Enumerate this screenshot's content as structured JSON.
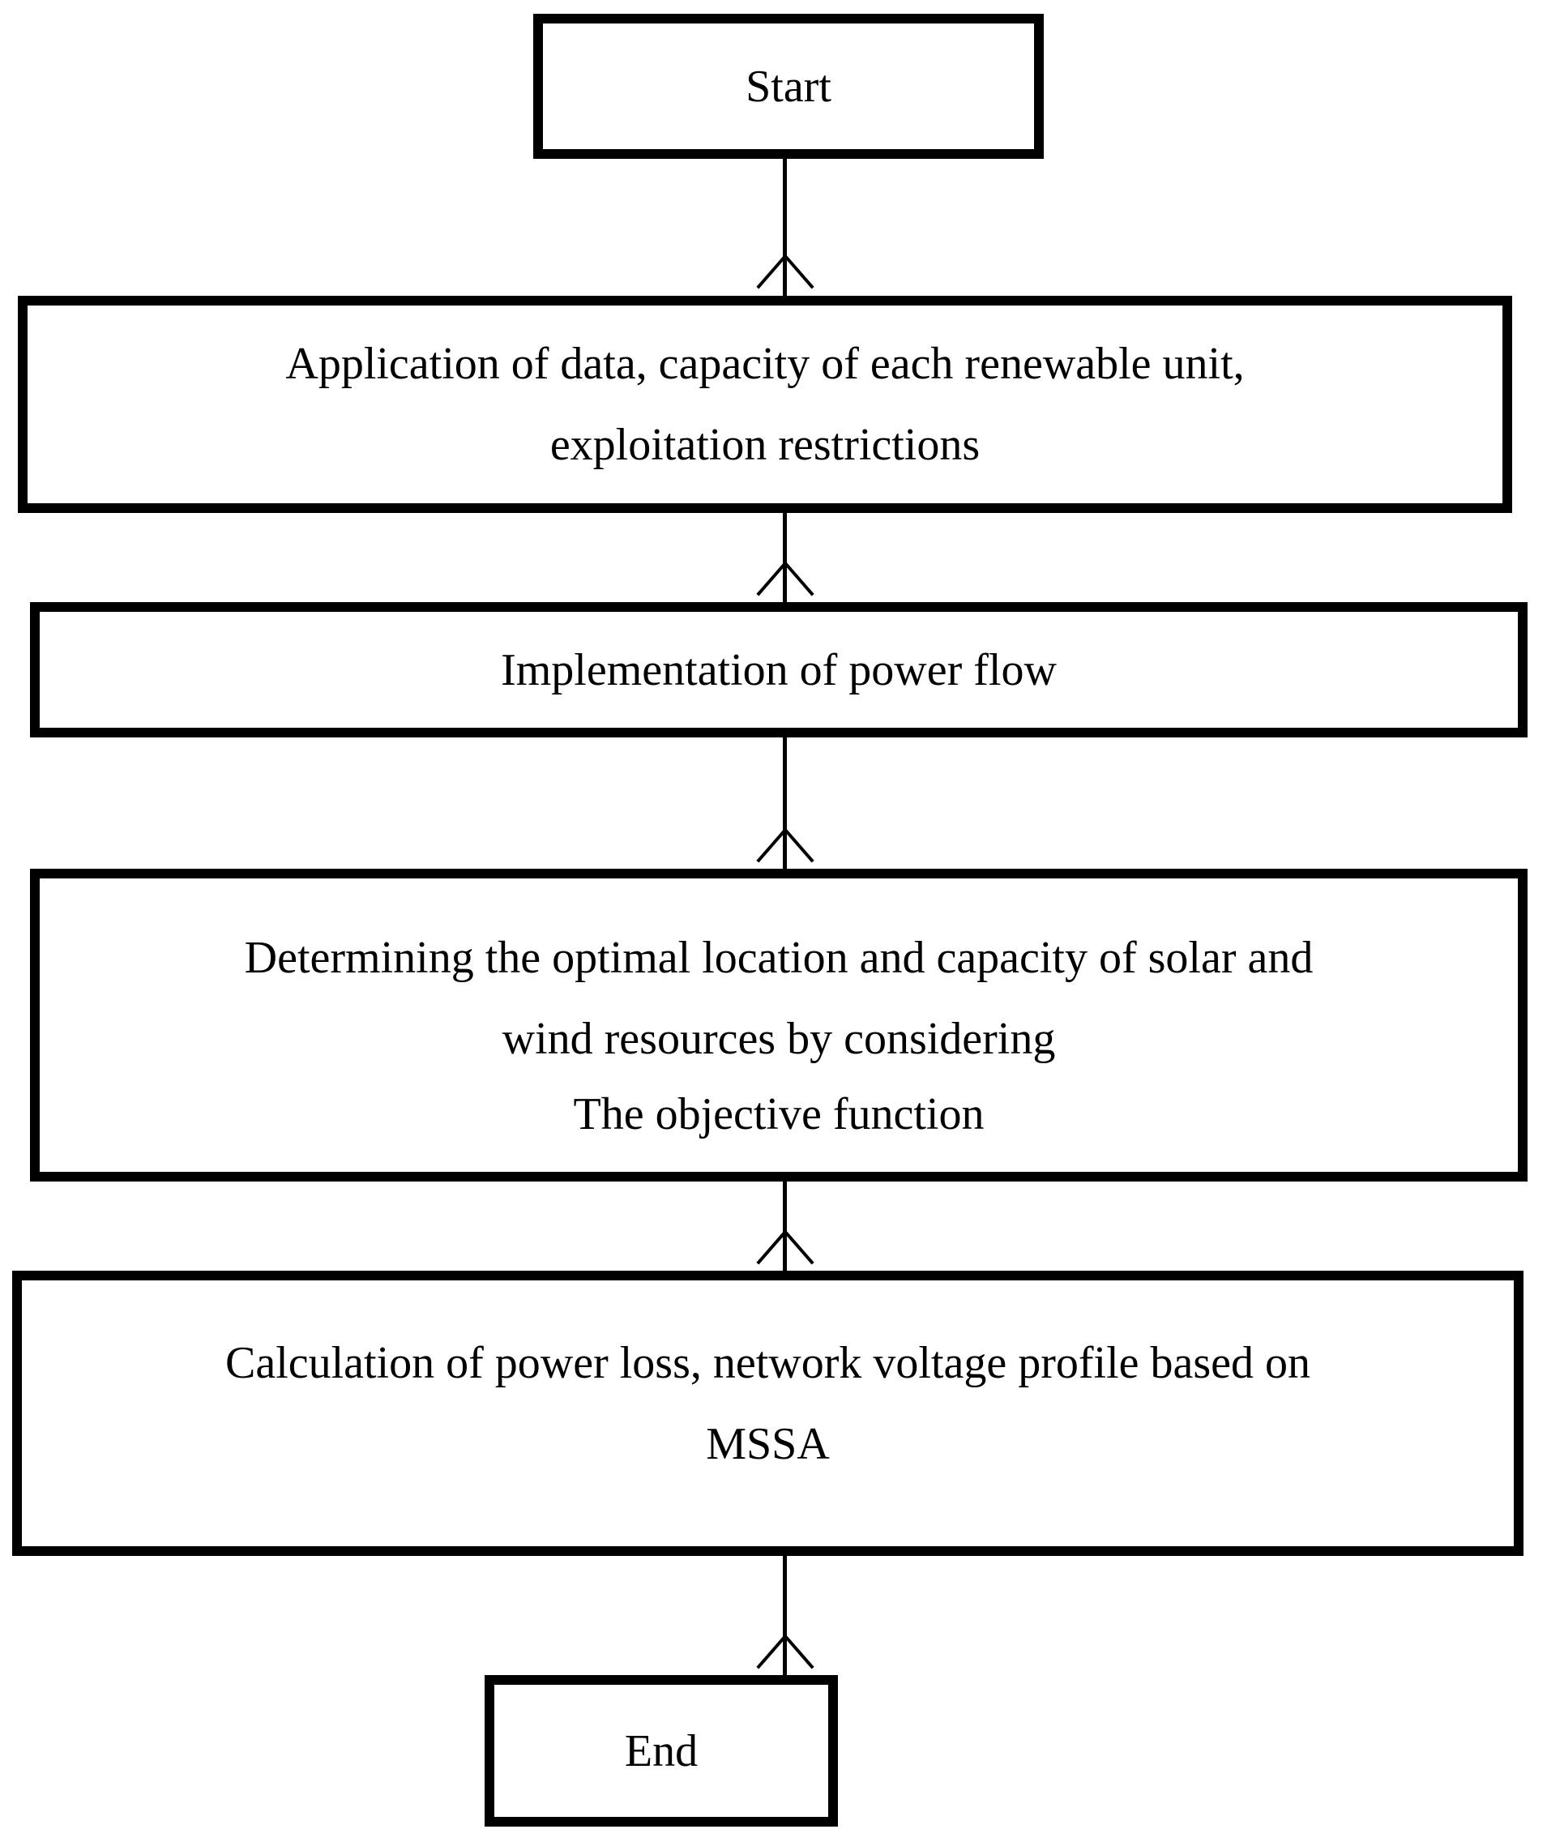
{
  "diagram": {
    "title": "MSSA optimal renewable placement flowchart",
    "background_color": "#ffffff",
    "stroke_color": "#000000",
    "nodes": [
      {
        "id": "start",
        "shape": "rectangle",
        "type": "terminal",
        "lines": [
          "Start"
        ]
      },
      {
        "id": "inputs",
        "shape": "rectangle",
        "type": "process",
        "lines": [
          "Application of data, capacity of each renewable unit,",
          "exploitation restrictions"
        ]
      },
      {
        "id": "power-flow",
        "shape": "rectangle",
        "type": "process",
        "lines": [
          "Implementation of power flow"
        ]
      },
      {
        "id": "optimal-location",
        "shape": "rectangle",
        "type": "process",
        "lines": [
          "Determining the optimal location and capacity of solar and",
          "wind resources by considering",
          "The objective function"
        ]
      },
      {
        "id": "calculation",
        "shape": "rectangle",
        "type": "process",
        "lines": [
          "Calculation of power loss, network voltage profile based on",
          "MSSA"
        ]
      },
      {
        "id": "end",
        "shape": "rectangle",
        "type": "terminal",
        "lines": [
          "End"
        ]
      }
    ],
    "connectors": [
      {
        "id": "start-to-inputs",
        "from": "start",
        "to": "inputs",
        "direction": "down",
        "arrowhead": "open-v",
        "label": ""
      },
      {
        "id": "inputs-to-power-flow",
        "from": "inputs",
        "to": "power-flow",
        "direction": "down",
        "arrowhead": "open-v",
        "label": ""
      },
      {
        "id": "power-flow-to-optimal",
        "from": "power-flow",
        "to": "optimal-location",
        "direction": "down",
        "arrowhead": "open-v",
        "label": ""
      },
      {
        "id": "optimal-to-calculation",
        "from": "optimal-location",
        "to": "calculation",
        "direction": "down",
        "arrowhead": "open-v",
        "label": ""
      },
      {
        "id": "calculation-to-end",
        "from": "calculation",
        "to": "end",
        "direction": "down",
        "arrowhead": "open-v",
        "label": ""
      }
    ]
  }
}
